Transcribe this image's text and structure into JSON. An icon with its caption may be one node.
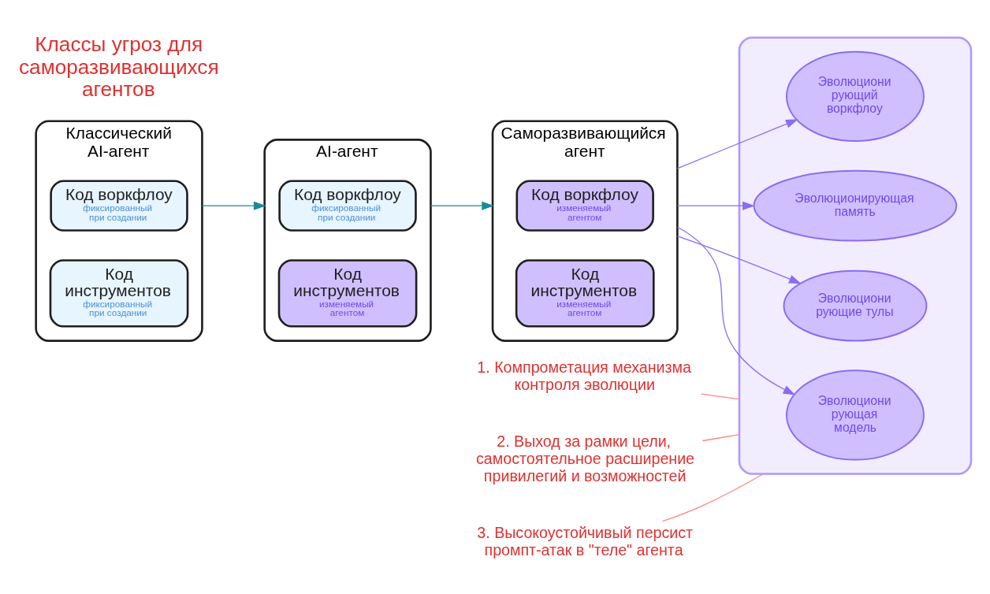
{
  "diagram": {
    "nodes": [
      {
        "text": [
          "Классический AI-агент"
        ]
      },
      {
        "text": [
          "Код воркфлоу",
          "фиксированный при создании"
        ],
        "in": 0
      },
      {
        "text": [
          "Код инструментов",
          "фиксированный при создании"
        ],
        "in": 0
      },
      {
        "text": [
          "AI-агент"
        ]
      },
      {
        "text": [
          "Код воркфлоу",
          "фиксированный при создании"
        ],
        "in": 3
      },
      {
        "text": [
          "Код инструментов",
          "изменяемый агентом"
        ],
        "in": 3
      },
      {
        "text": [],
        "shape": "cloud"
      },
      {
        "text": [
          "Саморазвивающийся агент"
        ]
      },
      {
        "text": [
          "Код воркфлоу",
          "изменяемый агентом"
        ],
        "in": 7
      },
      {
        "text": [
          "Код инструментов",
          "изменяемый агентом"
        ],
        "in": 7
      },
      {
        "text": [
          "Эволюциони рующая модель"
        ],
        "in": 6
      },
      {
        "text": [
          "Эволюционирующая память"
        ],
        "in": 6
      },
      {
        "text": [
          "Эволюциони рующие тулы"
        ],
        "in": 6
      },
      {
        "text": [
          "Эволюциони рующий воркфлоу"
        ],
        "in": 6
      },
      {
        "text": [
          "1. Компрометация механизма контроля эволюции"
        ]
      },
      {
        "text": [
          "2. Выход за рамки цели, самостоятельное расширение привилегий и возможностей"
        ]
      },
      {
        "text": [
          "3. Высокоустойчивый персист промпт-атак в \"теле\" агента"
        ]
      }
    ],
    "edges": [
      {
        "from": 0,
        "to": 3,
        "arrow": "to",
        "color": "#1c8a96"
      },
      {
        "from": 3,
        "to": 7,
        "arrow": "to",
        "color": "#1c8a96"
      },
      {
        "from": 7,
        "to": 10,
        "arrow": "to"
      },
      {
        "from": 7,
        "to": 11,
        "arrow": "to"
      },
      {
        "from": 7,
        "to": 12,
        "arrow": "to"
      },
      {
        "from": 7,
        "to": 13,
        "arrow": "to"
      },
      {
        "from": 14,
        "to": 6,
        "arrow": "none",
        "color": "#ff8787"
      },
      {
        "from": 15,
        "to": 6,
        "arrow": "none",
        "color": "#ff8787"
      },
      {
        "from": 16,
        "to": 6,
        "arrow": "none",
        "color": "#ff8787"
      }
    ],
    "labels": [
      "Классы угроз для саморазвивающихся агентов"
    ]
  }
}
